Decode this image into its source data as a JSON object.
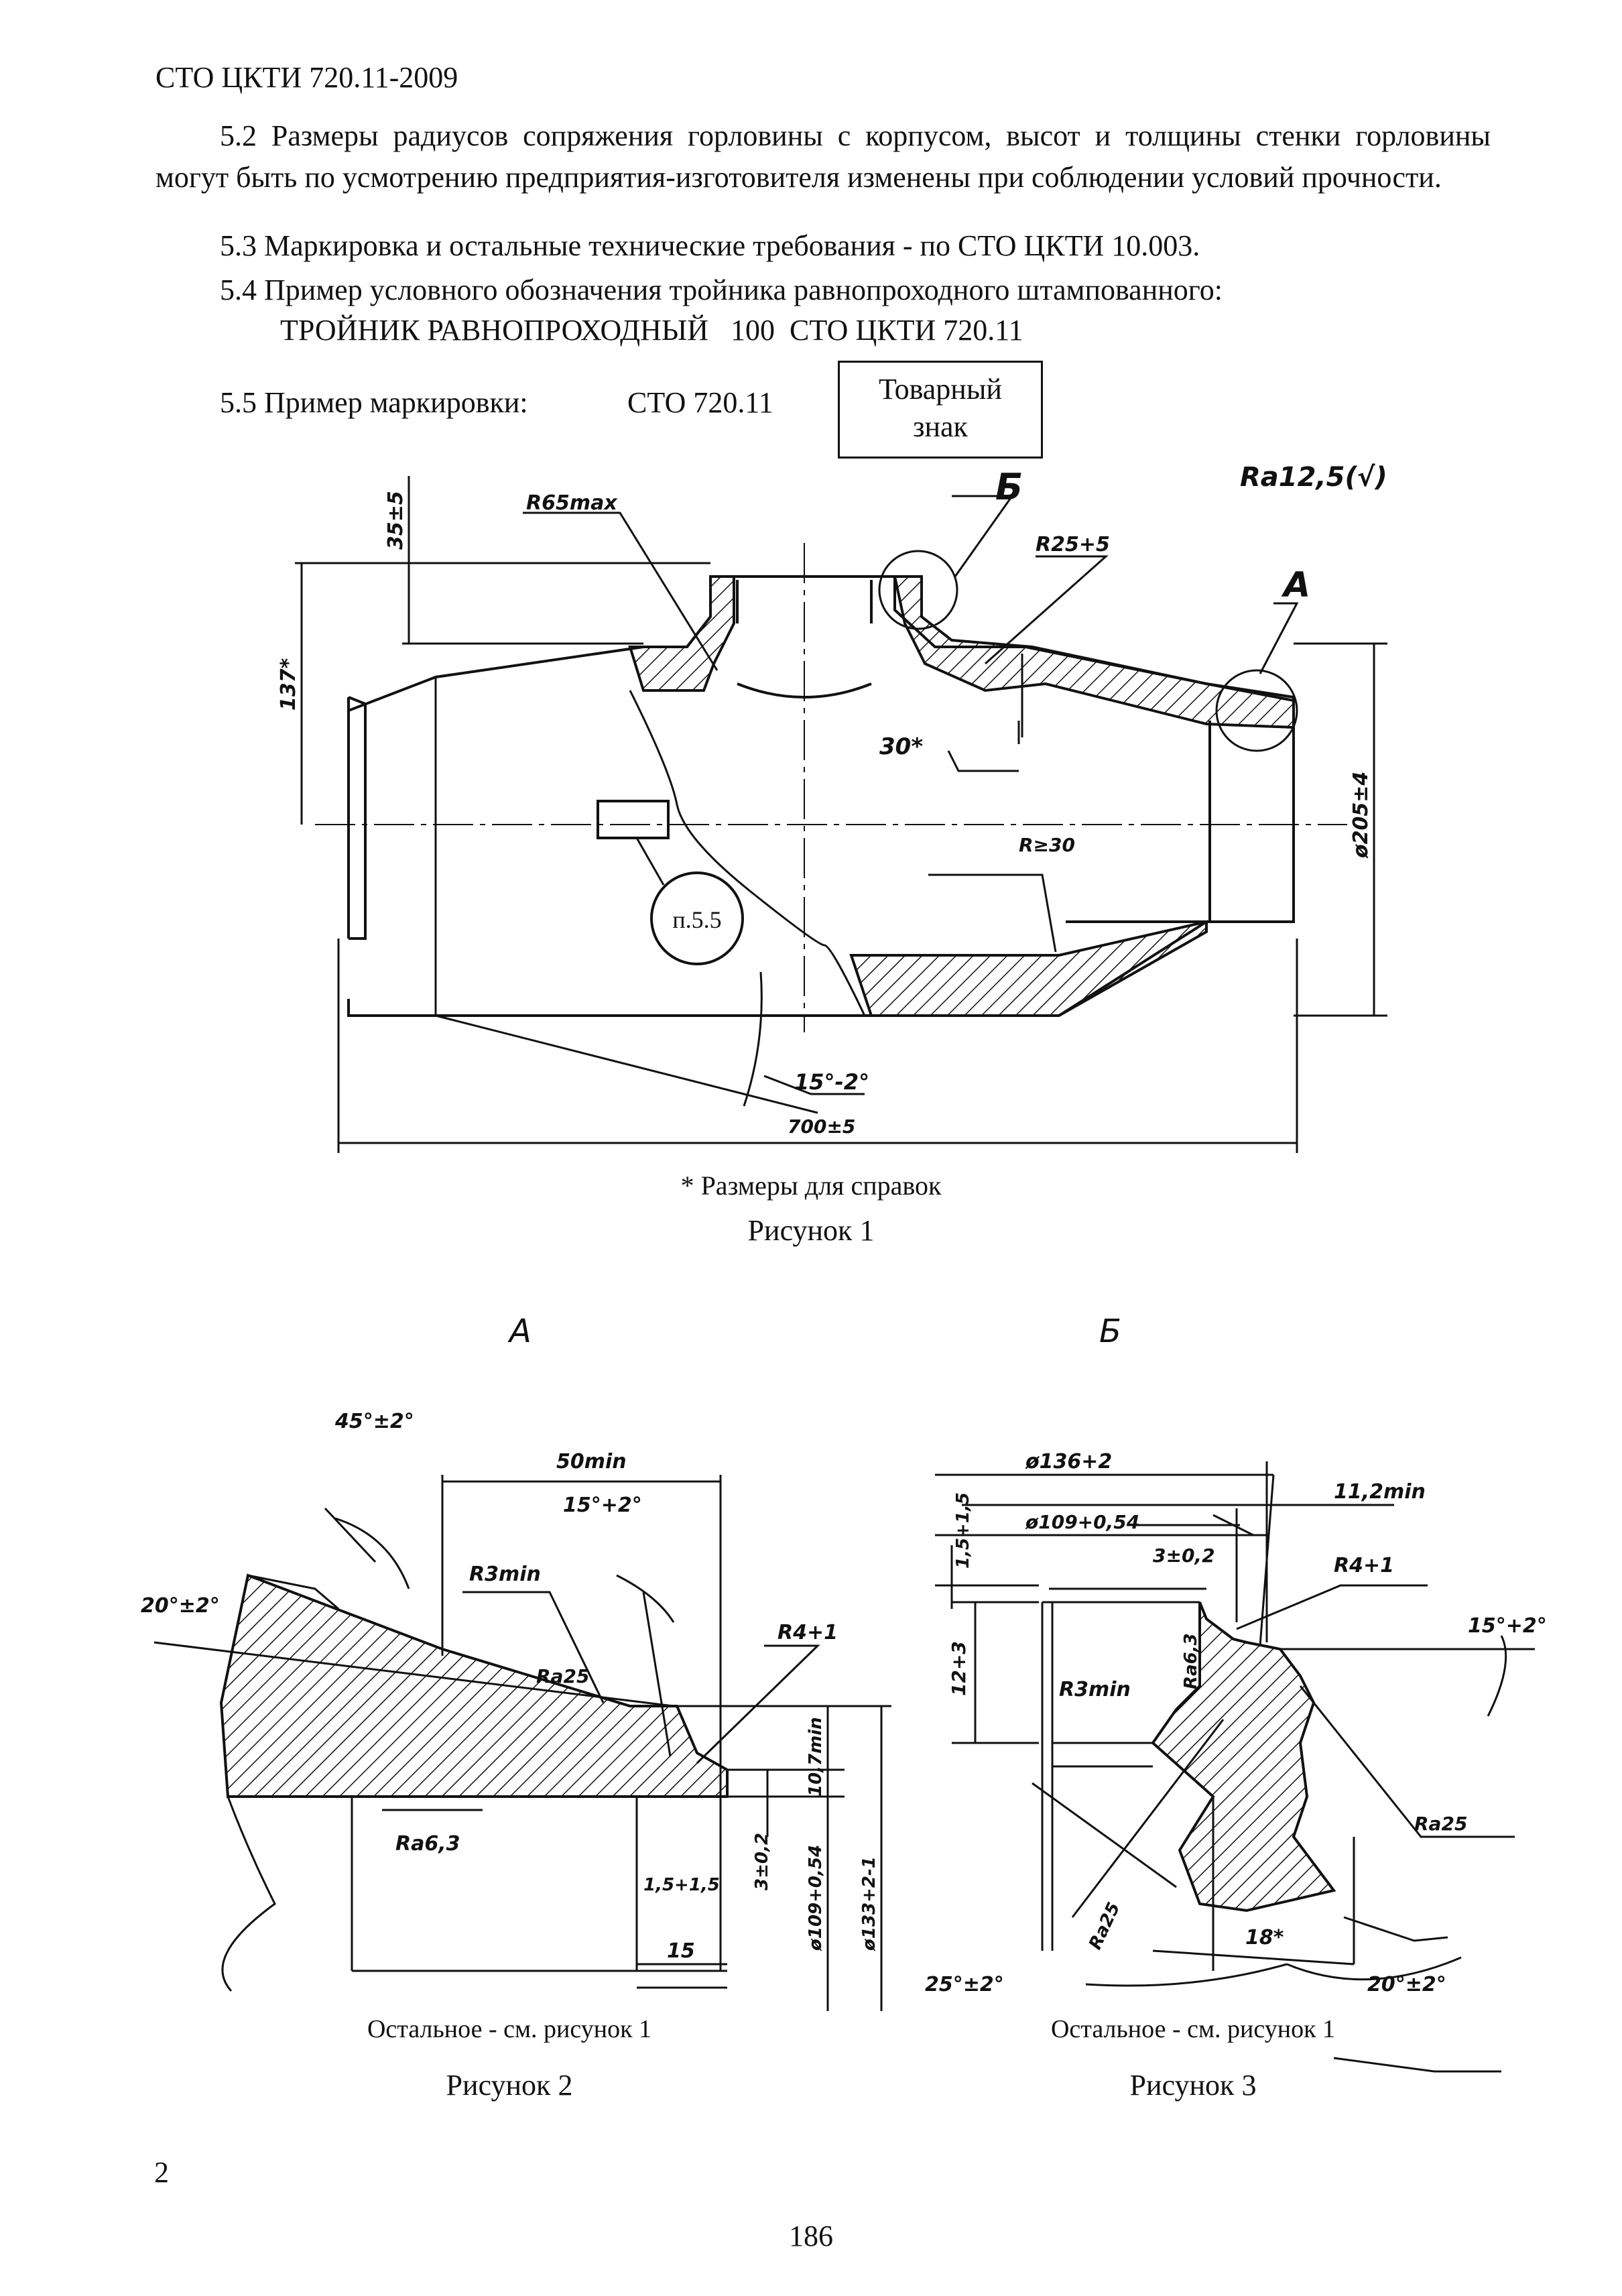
{
  "header": {
    "doc_code": "СТО ЦКТИ 720.11-2009"
  },
  "text": {
    "p52": "5.2 Размеры радиусов сопряжения горловины с корпусом, высот и толщины стенки горловины могут быть по усмотрению предприятия-изготовителя изменены при соблюдении условий прочности.",
    "p53": "5.3 Маркировка и остальные технические требования - по СТО ЦКТИ 10.003.",
    "p54": "5.4 Пример условного обозначения тройника равнопроходного штампованного:",
    "p54_example": "ТРОЙНИК РАВНОПРОХОДНЫЙ   100  СТО ЦКТИ 720.11",
    "p55_label": "5.5 Пример маркировки:",
    "p55_code": "СТО 720.11",
    "trademark": "Товарный знак"
  },
  "figure1": {
    "roughness": "Ra12,5(√)",
    "leader_b": "Б",
    "leader_a": "А",
    "r65": "R65max",
    "r25": "R25+5",
    "dim_35": "35±5",
    "dim_137": "137*",
    "dim_30": "30*",
    "dim_205": "ø205±4",
    "r30": "R≥30",
    "ref_p55": "п.5.5",
    "angle_15": "15°-2°",
    "dim_700": "700±5",
    "note": "* Размеры для справок",
    "caption": "Рисунок 1"
  },
  "figure2": {
    "view_label": "А",
    "a45": "45°±2°",
    "d50": "50min",
    "a15": "15°+2°",
    "r3": "R3min",
    "a20": "20°±2°",
    "ra25": "Ra25",
    "r4": "R4+1",
    "d10": "10,7min",
    "ra63": "Ra6,3",
    "d3": "3±0,2",
    "d15s": "1,5+1,5",
    "d109": "ø109+0,54",
    "d133": "ø133+2-1",
    "d15": "15",
    "note": "Остальное - см. рисунок 1",
    "caption": "Рисунок 2"
  },
  "figure3": {
    "view_label": "Б",
    "d136": "ø136+2",
    "d112": "11,2min",
    "d109": "ø109+0,54",
    "d15": "1,5+1,5",
    "d3": "3±0,2",
    "r4": "R4+1",
    "a15": "15°+2°",
    "d12": "12+3",
    "ra63": "Ra6,3",
    "r3": "R3min",
    "ra25a": "Ra25",
    "ra25b": "Ra25",
    "d18": "18*",
    "a25": "25°±2°",
    "a20": "20°±2°",
    "note": "Остальное - см. рисунок 1",
    "caption": "Рисунок 3"
  },
  "footer": {
    "page_local": "2",
    "page_total": "186"
  }
}
